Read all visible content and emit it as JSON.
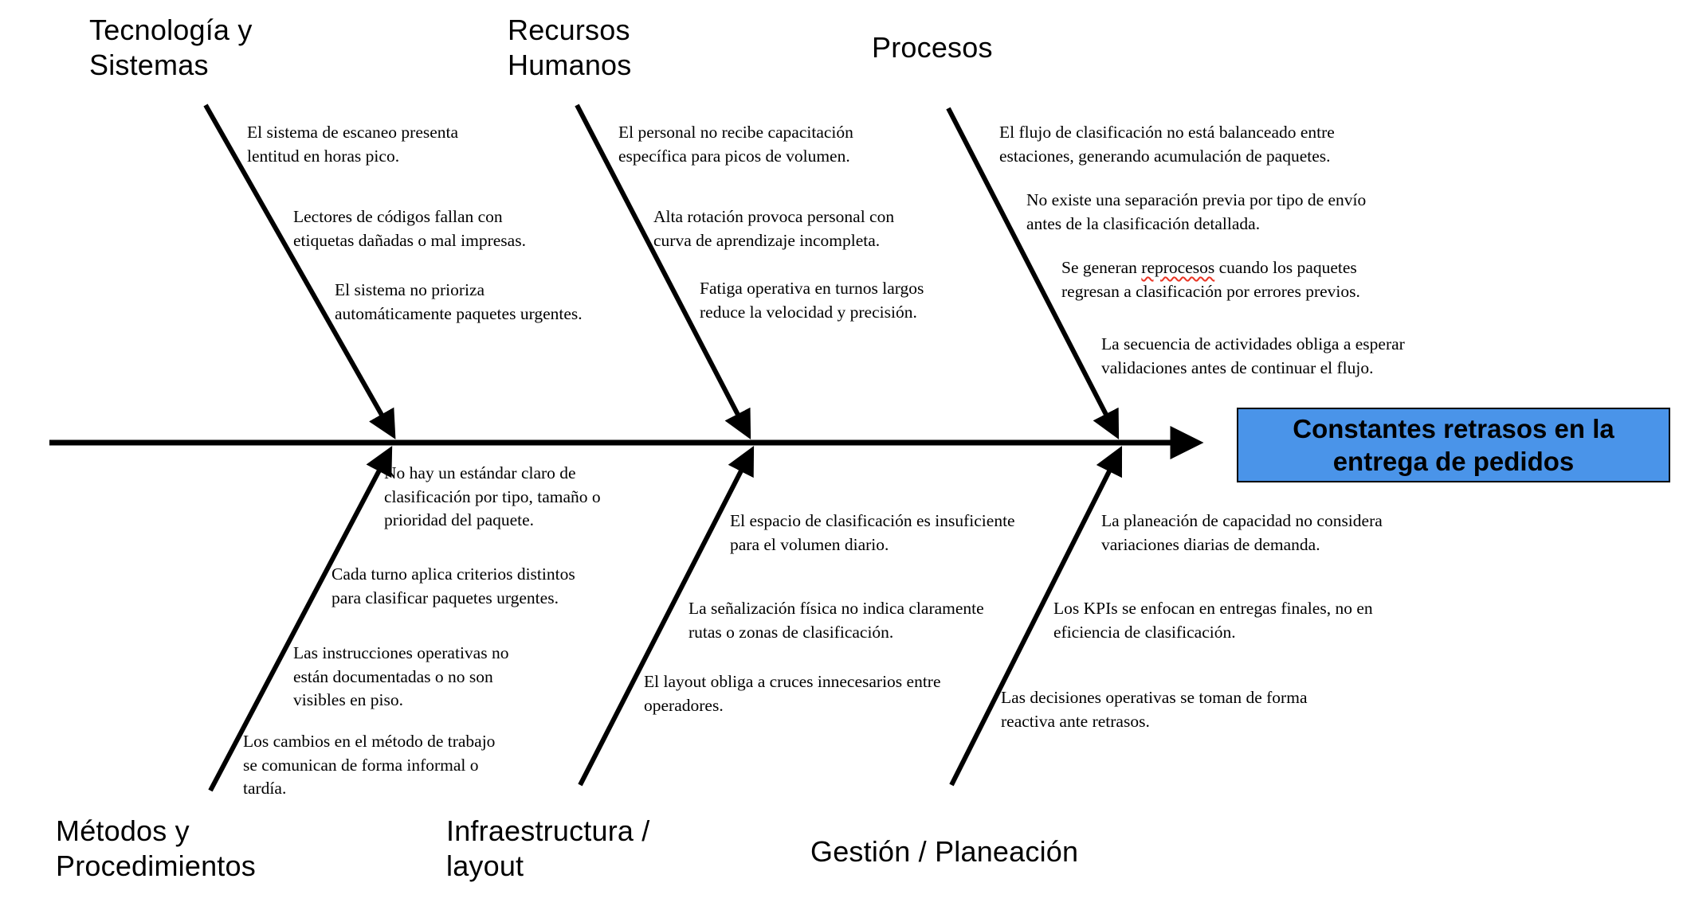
{
  "effect": {
    "label": "Constantes retrasos en la\nentrega de pedidos"
  },
  "categories": [
    {
      "label": "Tecnología y\nSistemas",
      "causes": [
        "El sistema de escaneo presenta\nlentitud en horas pico.",
        "Lectores de códigos fallan con\netiquetas dañadas o mal impresas.",
        "El sistema no prioriza\nautomáticamente paquetes urgentes."
      ]
    },
    {
      "label": "Recursos\nHumanos",
      "causes": [
        "El personal no recibe capacitación\nespecífica para picos de volumen.",
        "Alta rotación provoca personal con\ncurva de aprendizaje incompleta.",
        "Fatiga operativa en turnos largos\nreduce la velocidad y precisión."
      ]
    },
    {
      "label": "Procesos",
      "causes": [
        "El flujo de clasificación no está balanceado entre\nestaciones, generando acumulación de paquetes.",
        "No existe una separación previa por tipo de envío\nantes de la clasificación detallada.",
        {
          "before": "Se generan ",
          "word": "reprocesos",
          "after": " cuando los paquetes\nregresan a clasificación por errores previos."
        },
        "La secuencia de actividades obliga a esperar\nvalidaciones antes de continuar el flujo."
      ]
    },
    {
      "label": "Métodos y\nProcedimientos",
      "causes": [
        "No hay un estándar claro de\nclasificación por tipo, tamaño o\nprioridad del paquete.",
        "Cada turno aplica criterios distintos\npara clasificar paquetes urgentes.",
        "Las instrucciones operativas no\nestán documentadas o no son\nvisibles en piso.",
        "Los cambios en el método de trabajo\nse comunican de forma informal o\ntardía."
      ]
    },
    {
      "label": "Infraestructura /\nlayout",
      "causes": [
        "El espacio de clasificación es insuficiente\npara el volumen diario.",
        "La señalización física no indica claramente\nrutas o zonas de clasificación.",
        "El layout obliga a cruces innecesarios entre\noperadores."
      ]
    },
    {
      "label": "Gestión / Planeación",
      "causes": [
        "La planeación de capacidad no considera\nvariaciones diarias de demanda.",
        "Los KPIs se enfocan en entregas finales, no en\neficiencia de clasificación.",
        "Las decisiones operativas se toman de forma\nreactiva ante retrasos."
      ]
    }
  ],
  "colors": {
    "effect_bg": "#4a94e9",
    "arrow": "#000000",
    "spellcheck_underline": "#ea3323"
  }
}
